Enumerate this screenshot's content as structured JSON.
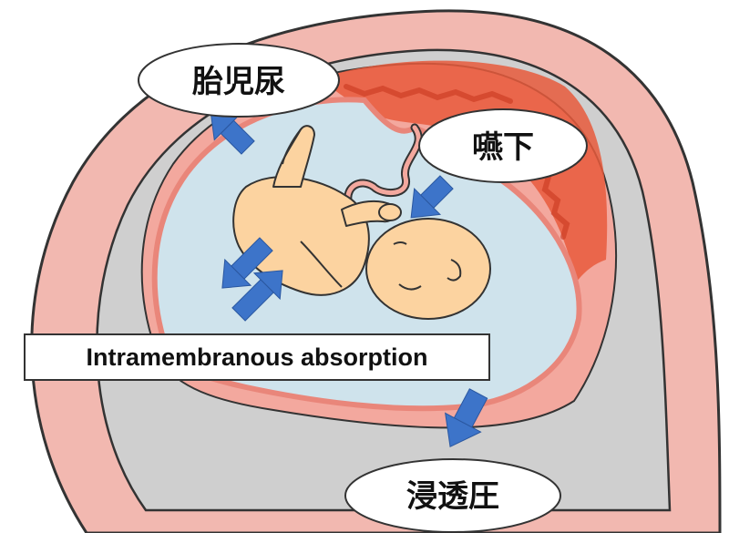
{
  "labels": {
    "fetal_urine": "胎児尿",
    "swallowing": "嚥下",
    "intramembranous": "Intramembranous absorption",
    "osmotic_pressure": "浸透圧"
  },
  "colors": {
    "uterus_outer": "#f2b8b0",
    "uterus_line": "#333333",
    "placenta": "#e85a3c",
    "amniotic_fluid": "#cfe3ec",
    "amnion_edge": "#e9867a",
    "fetus_skin": "#fcd3a0",
    "arrow_blue": "#3d74c9",
    "gray_region": "#cfcfcf"
  },
  "icons": {
    "fetus": "fetus-illustration",
    "arrows": "flow-arrow"
  }
}
